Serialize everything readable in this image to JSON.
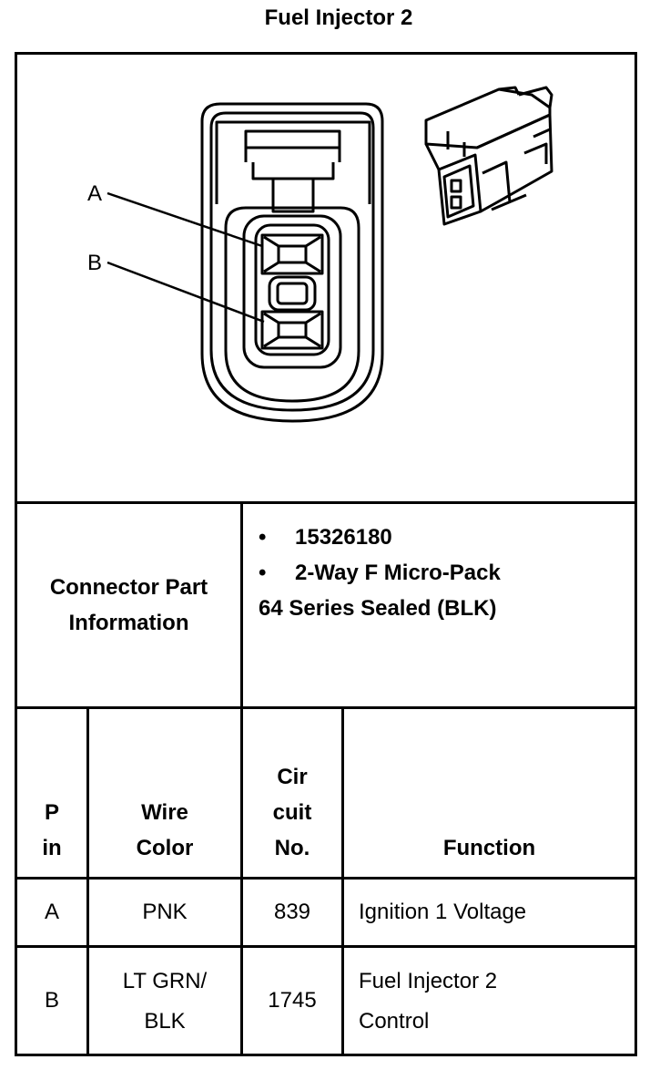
{
  "title": "Fuel Injector 2",
  "diagram": {
    "label_a": "A",
    "label_b": "B"
  },
  "connector_info": {
    "label_line1": "Connector Part",
    "label_line2": "Information",
    "part_number": "15326180",
    "description_line1": "2-Way F Micro-Pack",
    "description_line2": "64 Series Sealed (BLK)"
  },
  "table": {
    "headers": {
      "pin_line1": "P",
      "pin_line2": "in",
      "wire_line1": "Wire",
      "wire_line2": "Color",
      "circuit_line1": "Cir",
      "circuit_line2": "cuit",
      "circuit_line3": "No.",
      "function": "Function"
    },
    "rows": [
      {
        "pin": "A",
        "wire_line1": "PNK",
        "wire_line2": "",
        "circuit": "839",
        "function_line1": "Ignition 1 Voltage",
        "function_line2": ""
      },
      {
        "pin": "B",
        "wire_line1": "LT GRN/",
        "wire_line2": "BLK",
        "circuit": "1745",
        "function_line1": "Fuel Injector 2",
        "function_line2": "Control"
      }
    ]
  }
}
